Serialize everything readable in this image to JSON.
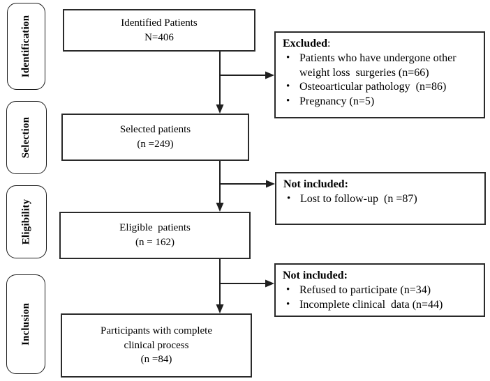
{
  "diagram": {
    "type": "flowchart",
    "stages": [
      {
        "label": "Identification"
      },
      {
        "label": "Selection"
      },
      {
        "label": "Eligibility"
      },
      {
        "label": "Inclusion"
      }
    ],
    "flow_boxes": [
      {
        "lines": [
          "Identified Patients",
          "N=406"
        ]
      },
      {
        "lines": [
          "Selected patients",
          "(n =249)"
        ]
      },
      {
        "lines": [
          "Eligible  patients",
          "(n = 162)"
        ]
      },
      {
        "lines": [
          "Participants with complete",
          "clinical process",
          "(n =84)"
        ]
      }
    ],
    "side_boxes": [
      {
        "title": "Excluded",
        "title_suffix": ":",
        "items": [
          "Patients who have undergone other weight loss  surgeries (n=66)",
          "Osteoarticular pathology  (n=86)",
          "Pregnancy (n=5)"
        ]
      },
      {
        "title": "Not included:",
        "title_suffix": "",
        "items": [
          "Lost to follow-up  (n =87)"
        ]
      },
      {
        "title": "Not included:",
        "title_suffix": "",
        "items": [
          "Refused to participate (n=34)",
          "Incomplete clinical  data (n=44)"
        ]
      }
    ],
    "bullet_glyph": "•",
    "colors": {
      "line": "#1f1f1f",
      "border": "#2a2a2a",
      "text": "#000000",
      "background": "#ffffff"
    }
  }
}
